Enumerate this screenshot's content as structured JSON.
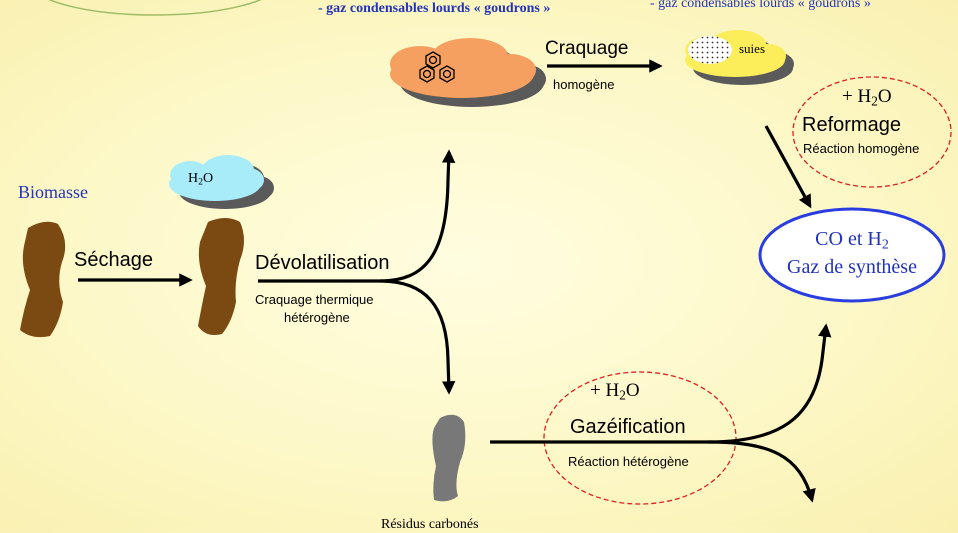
{
  "top": {
    "bullet_left": "- gaz condensables lourds « goudrons »",
    "bullet_right": "- gaz condensables lourds « goudrons »"
  },
  "stages": {
    "biomasse": "Biomasse",
    "sechage": "Séchage",
    "h2o_cloud": {
      "main": "H",
      "sub": "2",
      "tail": "O"
    },
    "devolatilisation": "Dévolatilisation",
    "craquage_thermique": "Craquage thermique",
    "heterogene": "hétérogène",
    "craquage": "Craquage",
    "homogene": "homogène",
    "suies": "suies",
    "reformage": {
      "water": {
        "main": "+ H",
        "sub": "2",
        "tail": "O"
      },
      "title": "Reformage",
      "subtitle": "Réaction homogène"
    },
    "syngas": {
      "line1": {
        "main": "CO et H",
        "sub": "2"
      },
      "line2": "Gaz de synthèse"
    },
    "gazeification": {
      "water": {
        "main": "+ H",
        "sub": "2",
        "tail": "O"
      },
      "title": "Gazéification",
      "subtitle": "Réaction hétérogène"
    },
    "bottom_cut": "Résidus carbonés"
  },
  "colors": {
    "biomass": "#7a4a12",
    "char": "#787878",
    "tar_cloud": "#f5a060",
    "soot_cloud": "#fbee5a",
    "water_cloud": "#a8ecfa",
    "syngas_border": "#2a3ee0",
    "dashed_red": "#e02020",
    "blue_text": "#2233bb"
  }
}
